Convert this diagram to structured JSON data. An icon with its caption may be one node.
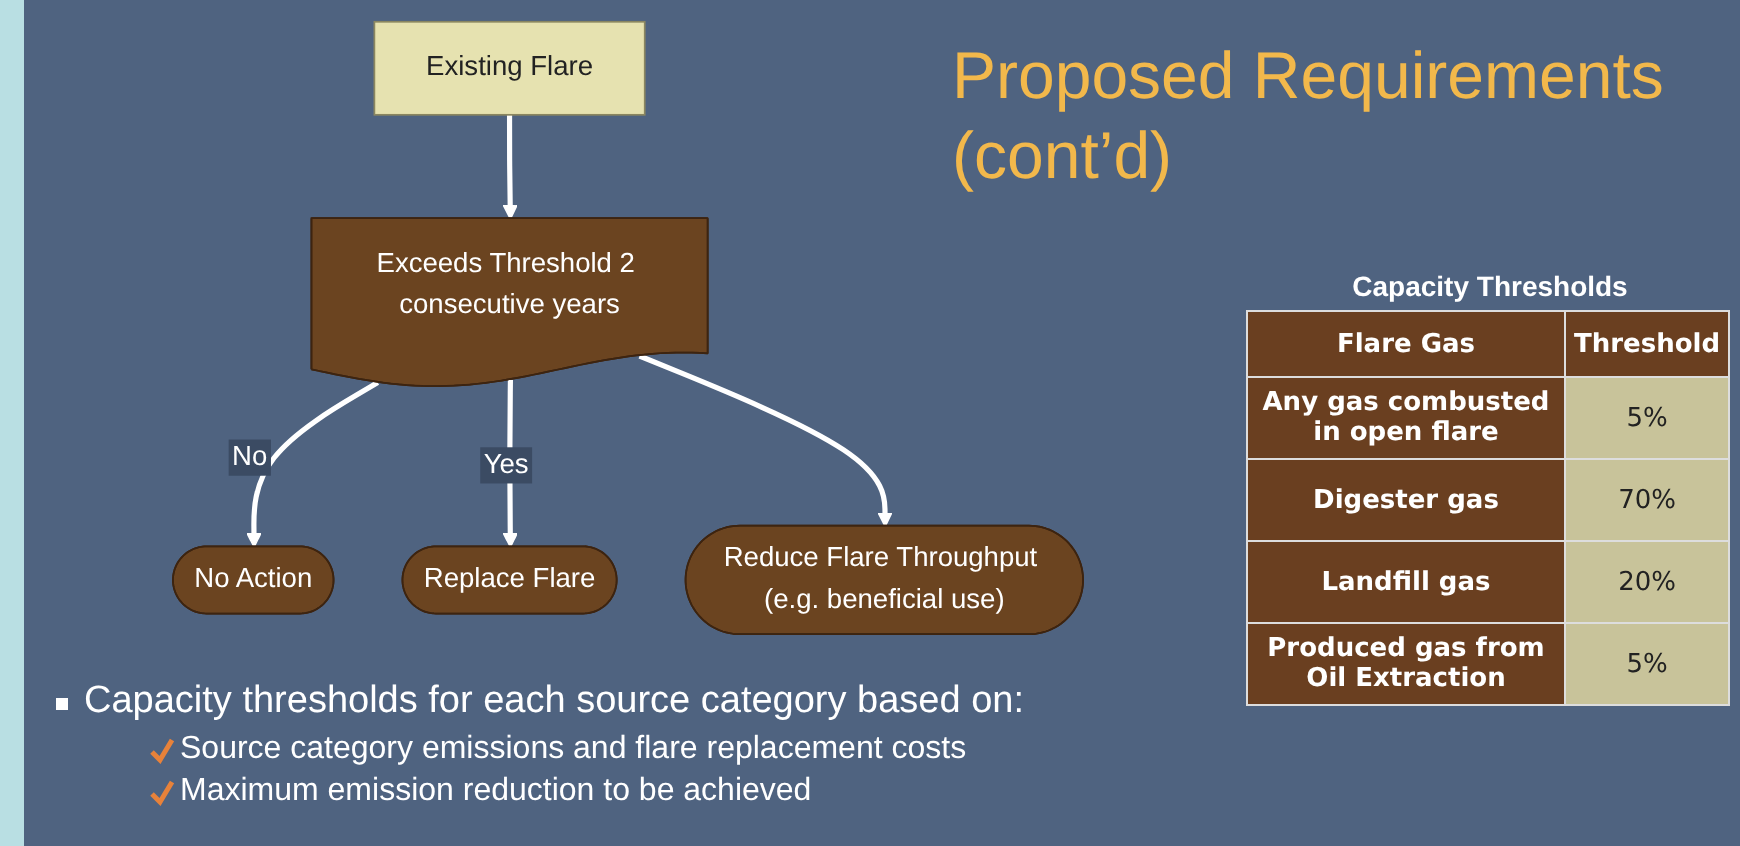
{
  "diagram": {
    "title": "Proposed Requirements (cont’d)",
    "nodes": [
      {
        "text": [
          "Existing Flare"
        ]
      },
      {
        "text": [
          "Exceeds Threshold 2 consecutive years"
        ]
      },
      {
        "text": [
          "No Action"
        ]
      },
      {
        "text": [
          "Replace Flare"
        ]
      },
      {
        "text": [
          "Reduce Flare Throughput (e.g. beneficial use)"
        ]
      }
    ],
    "edges": [
      {
        "from": 0,
        "to": 1,
        "arrow": "to"
      },
      {
        "from": 1,
        "to": 2,
        "arrow": "to",
        "label": "No"
      },
      {
        "from": 1,
        "to": 3,
        "arrow": "to",
        "label": "Yes"
      },
      {
        "from": 1,
        "to": 4,
        "arrow": "to"
      }
    ],
    "labels": [
      "Capacity Thresholds",
      "Flare Gas",
      "Threshold",
      "Any gas combusted in open flare",
      "5%",
      "Digester gas",
      "70%",
      "Landfill gas",
      "20%",
      "Produced gas from Oil Extraction",
      "5%",
      "Capacity thresholds for each source category based on:",
      "Source category emissions and flare replacement costs",
      "Maximum emission reduction to be achieved"
    ]
  }
}
